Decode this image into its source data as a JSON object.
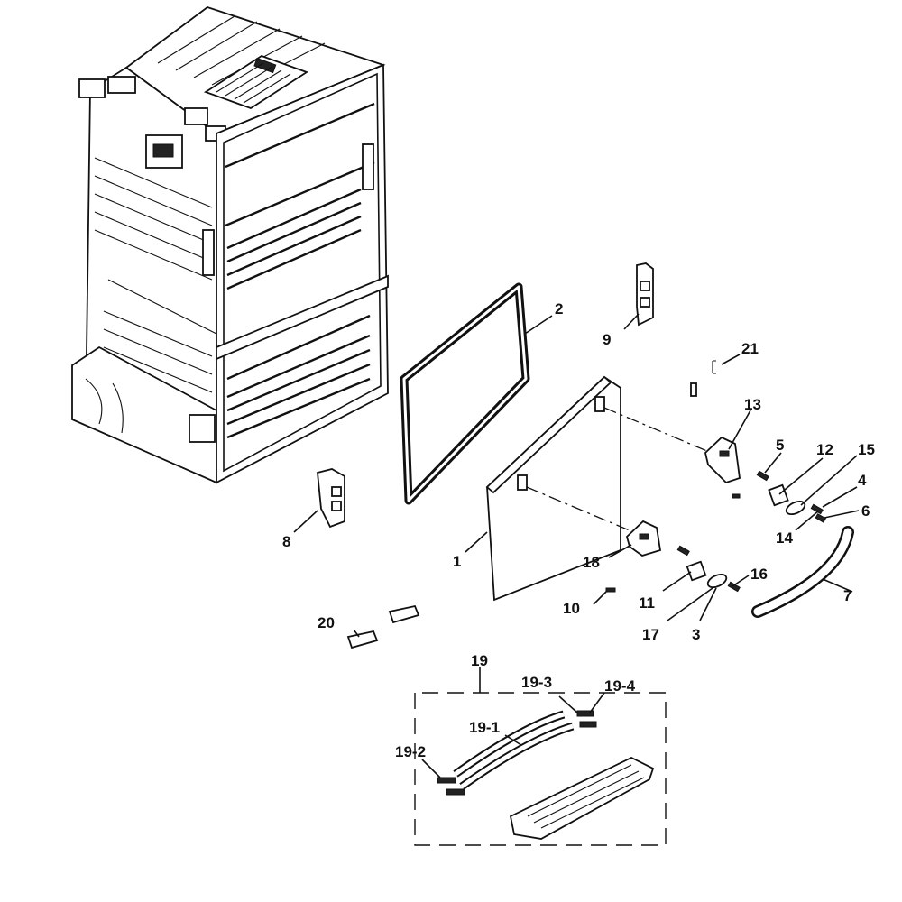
{
  "callouts": [
    {
      "id": "c1",
      "text": "1"
    },
    {
      "id": "c2",
      "text": "2"
    },
    {
      "id": "c3",
      "text": "3"
    },
    {
      "id": "c4",
      "text": "4"
    },
    {
      "id": "c5",
      "text": "5"
    },
    {
      "id": "c6",
      "text": "6"
    },
    {
      "id": "c7",
      "text": "7"
    },
    {
      "id": "c8",
      "text": "8"
    },
    {
      "id": "c9",
      "text": "9"
    },
    {
      "id": "c10",
      "text": "10"
    },
    {
      "id": "c11",
      "text": "11"
    },
    {
      "id": "c12",
      "text": "12"
    },
    {
      "id": "c13",
      "text": "13"
    },
    {
      "id": "c14",
      "text": "14"
    },
    {
      "id": "c15",
      "text": "15"
    },
    {
      "id": "c16",
      "text": "16"
    },
    {
      "id": "c17",
      "text": "17"
    },
    {
      "id": "c18",
      "text": "18"
    },
    {
      "id": "c19",
      "text": "19"
    },
    {
      "id": "c19_1",
      "text": "19-1"
    },
    {
      "id": "c19_2",
      "text": "19-2"
    },
    {
      "id": "c19_3",
      "text": "19-3"
    },
    {
      "id": "c19_4",
      "text": "19-4"
    },
    {
      "id": "c20",
      "text": "20"
    },
    {
      "id": "c21",
      "text": "21"
    }
  ]
}
